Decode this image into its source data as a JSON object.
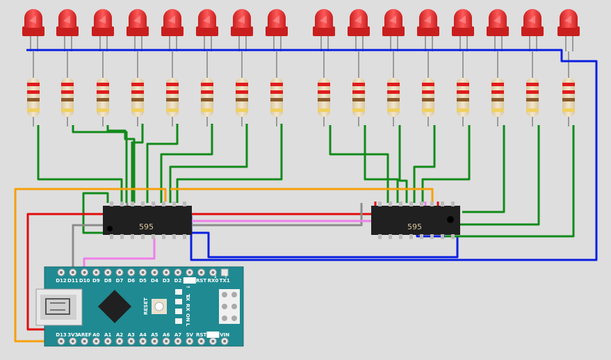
{
  "colors": {
    "background": "#dedede",
    "led": "#e02b2b",
    "wire_green": "#118a1a",
    "wire_blue": "#0a1ee0",
    "wire_red": "#e00b0b",
    "wire_orange": "#f7a00a",
    "wire_gray": "#8c8c8c",
    "wire_pink": "#ee7fe8",
    "board": "#1f8a92",
    "chip": "#202020"
  },
  "leds": {
    "count": 16
  },
  "resistors": {
    "count": 16
  },
  "chips": [
    {
      "label": "595"
    },
    {
      "label": "595"
    }
  ],
  "board": {
    "top_pins": [
      "D12",
      "D11",
      "D10",
      "D9",
      "D8",
      "D7",
      "D6",
      "D5",
      "D4",
      "D3",
      "D2",
      "GND",
      "RST",
      "RX0",
      "TX1"
    ],
    "bottom_pins": [
      "D13",
      "3V3",
      "AREF",
      "A0",
      "A1",
      "A2",
      "A3",
      "A4",
      "A5",
      "A6",
      "A7",
      "5V",
      "RST",
      "GND",
      "VIN"
    ],
    "arrow_rx": "↓",
    "arrow_tx": "↑",
    "reset_label": "RESET",
    "indicators": [
      "TX",
      "RX",
      "ON",
      "L"
    ],
    "arrows": [
      "↑",
      "↓"
    ]
  }
}
